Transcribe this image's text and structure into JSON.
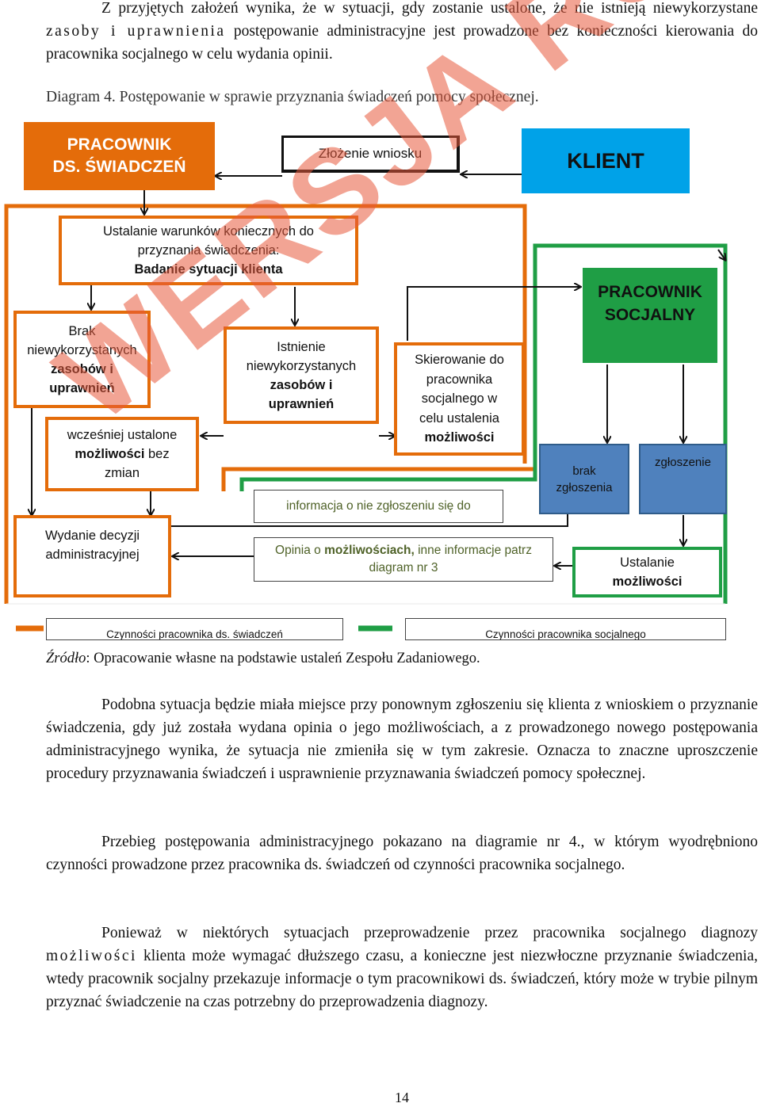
{
  "paragraphs": {
    "p1": {
      "a": "Z przyjętych założeń wynika, że w sytuacji, gdy zostanie ustalone, że nie istnieją niewykorzystane ",
      "b": "zasoby i uprawnienia",
      "c": " postępowanie administracyjne jest prowadzone bez konieczności kierowania do pracownika socjalnego w celu wydania opinii."
    },
    "caption": "Diagram 4. Postępowanie w sprawie przyznania świadczeń pomocy społecznej.",
    "source_label": "Źródło",
    "source_text": ": Opracowanie własne na podstawie ustaleń Zespołu Zadaniowego.",
    "p2": "Podobna sytuacja będzie miała miejsce przy ponownym zgłoszeniu się klienta z wnioskiem o przyznanie świadczenia, gdy już została wydana opinia o jego możliwościach, a z prowadzonego nowego postępowania administracyjnego wynika, że sytuacja nie zmieniła się w tym zakresie. Oznacza to znaczne uproszczenie procedury przyznawania świadczeń i usprawnienie przyznawania świadczeń pomocy społecznej.",
    "p3": "Przebieg postępowania administracyjnego pokazano na diagramie nr 4., w którym wyodrębniono czynności prowadzone przez pracownika ds. świadczeń od czynności pracownika socjalnego.",
    "p4": {
      "a": "Ponieważ w niektórych sytuacjach przeprowadzenie przez pracownika socjalnego diagnozy ",
      "b": "możliwości",
      "c": " klienta może wymagać dłuższego czasu, a konieczne jest niezwłoczne przyznanie świadczenia, wtedy pracownik socjalny przekazuje informacje o tym pracownikowi ds. świadczeń, który może w trybie pilnym przyznać świadczenie na czas potrzebny do przeprowadzenia diagnozy."
    }
  },
  "diagram": {
    "pracownik_ds": {
      "line1": "PRACOWNIK",
      "line2": "DS. ŚWIADCZEŃ"
    },
    "zlozenie": "Złożenie wniosku",
    "klient": "KLIENT",
    "ustalenie": {
      "line1": "Ustalanie warunków koniecznych do",
      "line2": "przyznania świadczenia:",
      "line3": "Badanie sytuacji klienta"
    },
    "brak_niewyk": {
      "line1": "Brak",
      "line2": "niewykorzystanych",
      "line3": "zasobów i",
      "line4": "uprawnień"
    },
    "istnienie": {
      "line1": "Istnienie",
      "line2": "niewykorzystanych",
      "line3": "zasobów i",
      "line4": "uprawnień"
    },
    "skierowanie": {
      "line1": "Skierowanie do",
      "line2": "pracownika",
      "line3": "socjalnego w",
      "line4": "celu ustalenia",
      "line5": "możliwości"
    },
    "pracownik_socjalny": {
      "line1": "PRACOWNIK",
      "line2": "SOCJALNY"
    },
    "wczesniej": {
      "line1": "wcześniej ustalone",
      "line2_bold": "możliwości",
      "line2_rest": " bez",
      "line3": "zmian"
    },
    "brak_zgloszenia": {
      "line1": "brak",
      "line2": "zgłoszenia"
    },
    "zgloszenie": "zgłoszenie",
    "informacja": "informacja o nie zgłoszeniu się do",
    "wydanie": {
      "line1": "Wydanie decyzji",
      "line2": "administracyjnej"
    },
    "opinia": {
      "a": "Opinia o ",
      "b": "możliwościach,",
      "c": " inne informacje patrz",
      "line2": "diagram nr 3"
    },
    "ustalanie_mozl": {
      "line1": "Ustalanie",
      "line2": "możliwości"
    },
    "legend_ds": "Czynności pracownika ds. świadczeń",
    "legend_soc": "Czynności pracownika socjalnego",
    "watermark": "WERSJA ROBOCZA"
  },
  "page_number": "14",
  "colors": {
    "orange": "#e46c0a",
    "green": "#1f9e45",
    "blue": "#00a2e8",
    "steel": "#4f81bd",
    "text_green": "#4f6228"
  }
}
